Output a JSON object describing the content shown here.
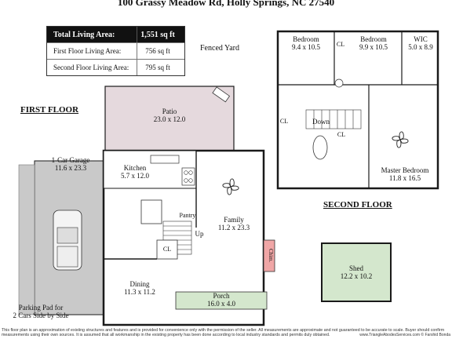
{
  "title": "100 Grassy Meadow Rd, Holly Springs, NC 27540",
  "area_table": {
    "total_label": "Total Living Area:",
    "total_value": "1,551 sq ft",
    "first_label": "First Floor Living Area:",
    "first_value": "756 sq ft",
    "second_label": "Second Floor Living Area:",
    "second_value": "795 sq ft"
  },
  "labels": {
    "fenced_yard": "Fenced Yard",
    "first_floor": "FIRST FLOOR",
    "second_floor": "SECOND FLOOR",
    "parking_line1": "Parking Pad for",
    "parking_line2": "2 Cars Side by Side"
  },
  "rooms": {
    "patio": {
      "name": "Patio",
      "dims": "23.0 x 12.0"
    },
    "garage": {
      "name": "1-Car Garage",
      "dims": "11.6 x 23.3"
    },
    "kitchen": {
      "name": "Kitchen",
      "dims": "5.7 x 12.0"
    },
    "pantry": {
      "name": "Pantry"
    },
    "family": {
      "name": "Family",
      "dims": "11.2 x 23.3"
    },
    "up": {
      "name": "Up"
    },
    "cl_first": {
      "name": "CL"
    },
    "chim": {
      "name": "Chim."
    },
    "dining": {
      "name": "Dining",
      "dims": "11.3 x 11.2"
    },
    "porch": {
      "name": "Porch",
      "dims": "16.0 x 4.0"
    },
    "shed": {
      "name": "Shed",
      "dims": "12.2 x 10.2"
    },
    "bedroom1": {
      "name": "Bedroom",
      "dims": "9.4 x 10.5"
    },
    "bedroom2": {
      "name": "Bedroom",
      "dims": "9.9 x 10.5"
    },
    "wic": {
      "name": "WIC",
      "dims": "5.0 x 8.9"
    },
    "cl_a": {
      "name": "CL"
    },
    "cl_b": {
      "name": "CL"
    },
    "cl_c": {
      "name": "CL"
    },
    "down": {
      "name": "Down"
    },
    "master": {
      "name": "Master Bedroom",
      "dims": "11.8 x 16.5"
    }
  },
  "footer": {
    "line1": "This floor plan is an approximation of existing structures and features and is provided for convenience only with the permission of the seller. All measurements are approximate and not guaranteed to be accurate to scale. Buyer should confirm",
    "line2": "measurements using their own sources. It is assumed that all workmanship in the existing property has been done according to local industry standards and permits duly obtained.",
    "website": "www.TriangleAbodesServices.com",
    "copyright": "© Farshid Bonda"
  },
  "colors": {
    "wall": "#1a1a1a",
    "patio": "#e5d9dd",
    "garage": "#c9c9c9",
    "porch": "#d4e7cd",
    "shed": "#d4e7cd",
    "chim": "#f0a6a6",
    "floor": "#ffffff"
  }
}
